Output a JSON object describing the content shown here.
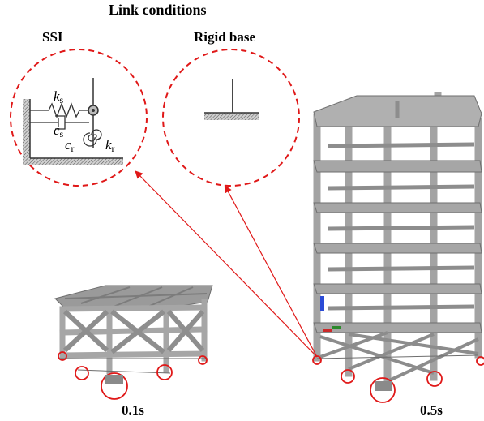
{
  "title": "Link conditions",
  "panels": [
    {
      "label": "SSI"
    },
    {
      "label": "Rigid base"
    }
  ],
  "ssi_symbols": {
    "ks": {
      "base": "k",
      "sub": "s"
    },
    "cs": {
      "base": "c",
      "sub": "s"
    },
    "cr": {
      "base": "c",
      "sub": "r"
    },
    "kr": {
      "base": "k",
      "sub": "r"
    }
  },
  "models": [
    {
      "period": "0.1s"
    },
    {
      "period": "0.5s"
    }
  ],
  "colors": {
    "callout": "#e01818",
    "hatch": "#7a7a7a",
    "frame": "#a9a9a9",
    "frame_dark": "#6e6e6e"
  }
}
